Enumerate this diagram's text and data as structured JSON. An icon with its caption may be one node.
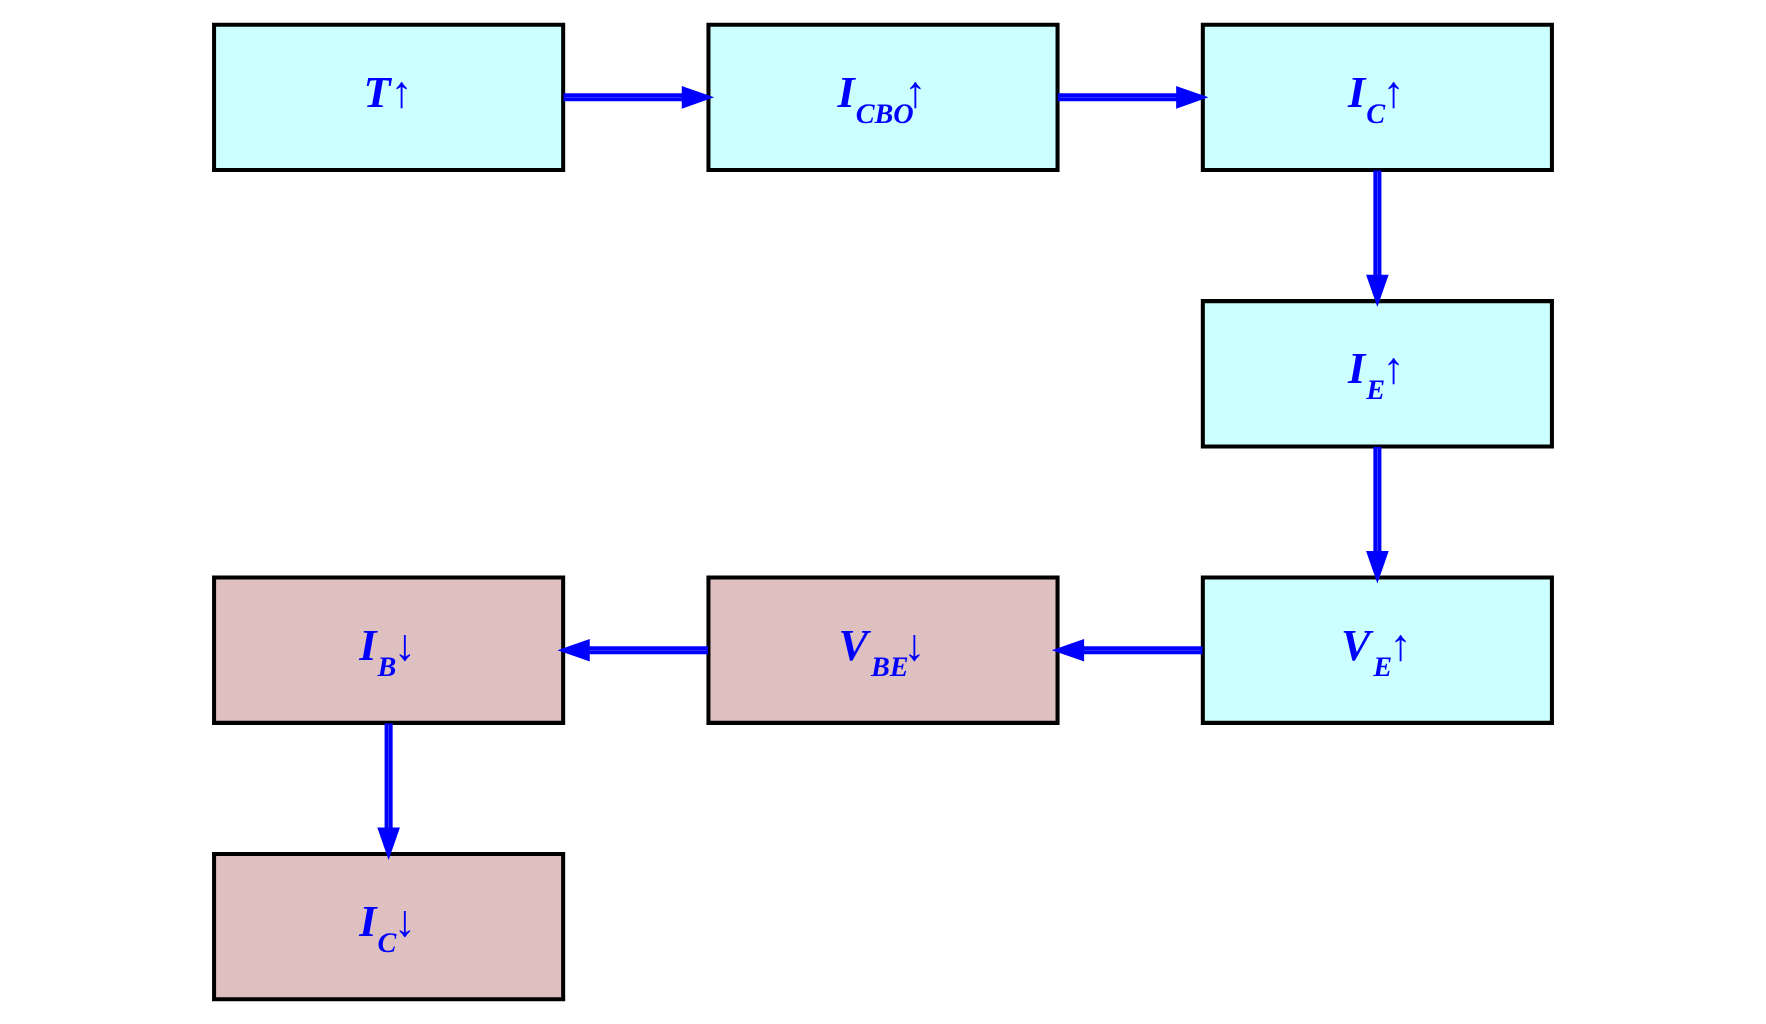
{
  "diagram": {
    "nodes": [
      {
        "text": [
          "T↑"
        ]
      },
      {
        "text": [
          "I$_{CBO}$↑"
        ]
      },
      {
        "text": [
          "I$_{C}$↑"
        ]
      },
      {
        "text": [
          "I$_{E}$↑"
        ]
      },
      {
        "text": [
          "V$_{E}$↑"
        ]
      },
      {
        "text": [
          "V$_{BE}$↓"
        ]
      },
      {
        "text": [
          "I$_{B}$↓"
        ]
      },
      {
        "text": [
          "I$_{C}$↓"
        ]
      }
    ],
    "edges": [
      {
        "from": 0,
        "to": 1,
        "arrow": "to"
      },
      {
        "from": 1,
        "to": 2,
        "arrow": "to"
      },
      {
        "from": 2,
        "to": 3,
        "arrow": "to"
      },
      {
        "from": 3,
        "to": 4,
        "arrow": "to"
      },
      {
        "from": 4,
        "to": 5,
        "arrow": "to"
      },
      {
        "from": 5,
        "to": 6,
        "arrow": "to"
      },
      {
        "from": 6,
        "to": 7,
        "arrow": "to"
      }
    ]
  }
}
